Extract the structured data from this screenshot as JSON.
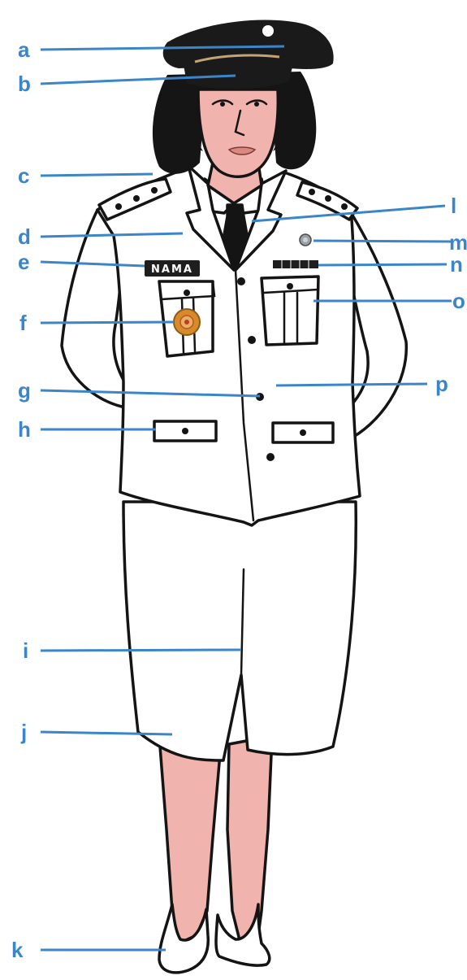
{
  "colors": {
    "label": "#3b86c9",
    "leader": "#3b86c9",
    "skin": "#f0b3ad",
    "hair": "#151515",
    "cap": "#1a1a1a",
    "cap_band": "#c2a478",
    "uniform": "#ffffff",
    "outline": "#141414",
    "tie": "#141414",
    "badge": "#d88a2a",
    "name_plate": "#1e1e1e",
    "name_text": "#ffffff"
  },
  "name_tag": "NAMA",
  "labels": [
    {
      "id": "a",
      "text": "a"
    },
    {
      "id": "b",
      "text": "b"
    },
    {
      "id": "c",
      "text": "c"
    },
    {
      "id": "d",
      "text": "d"
    },
    {
      "id": "e",
      "text": "e"
    },
    {
      "id": "f",
      "text": "f"
    },
    {
      "id": "g",
      "text": "g"
    },
    {
      "id": "h",
      "text": "h"
    },
    {
      "id": "i",
      "text": "i"
    },
    {
      "id": "j",
      "text": "j"
    },
    {
      "id": "k",
      "text": "k"
    },
    {
      "id": "l",
      "text": "l"
    },
    {
      "id": "m",
      "text": "m"
    },
    {
      "id": "n",
      "text": "n"
    },
    {
      "id": "o",
      "text": "o"
    },
    {
      "id": "p",
      "text": "p"
    }
  ]
}
